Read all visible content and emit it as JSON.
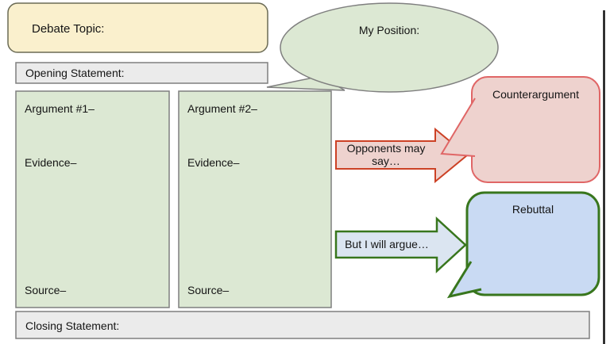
{
  "palette": {
    "topic_fill": "#faf0cd",
    "topic_border": "#6b6b55",
    "gray_fill": "#ebebeb",
    "gray_border": "#7f7f7f",
    "green_fill": "#dce8d3",
    "green_border": "#7f7f7f",
    "pink_fill": "#eed2ce",
    "pink_bubble_border": "#e06666",
    "pink_arrow_border": "#cc4125",
    "blue_bubble_fill": "#c9daf3",
    "blue_arrow_fill": "#dbe5f1",
    "dark_green_border": "#38761d",
    "frame_edge": "#111111"
  },
  "topic": {
    "label": "Debate Topic:"
  },
  "opening": {
    "label": "Opening Statement:"
  },
  "arguments": [
    {
      "title": "Argument #1–",
      "evidence_label": "Evidence–",
      "source_label": "Source–"
    },
    {
      "title": "Argument #2–",
      "evidence_label": "Evidence–",
      "source_label": "Source–"
    }
  ],
  "my_position": {
    "label": "My Position:"
  },
  "counterargument": {
    "label": "Counterargument"
  },
  "opponents_arrow": {
    "line1": "Opponents may",
    "line2": "say…"
  },
  "rebuttal": {
    "label": "Rebuttal"
  },
  "argue_arrow": {
    "label": "But I will argue…"
  },
  "closing": {
    "label": "Closing Statement:"
  }
}
